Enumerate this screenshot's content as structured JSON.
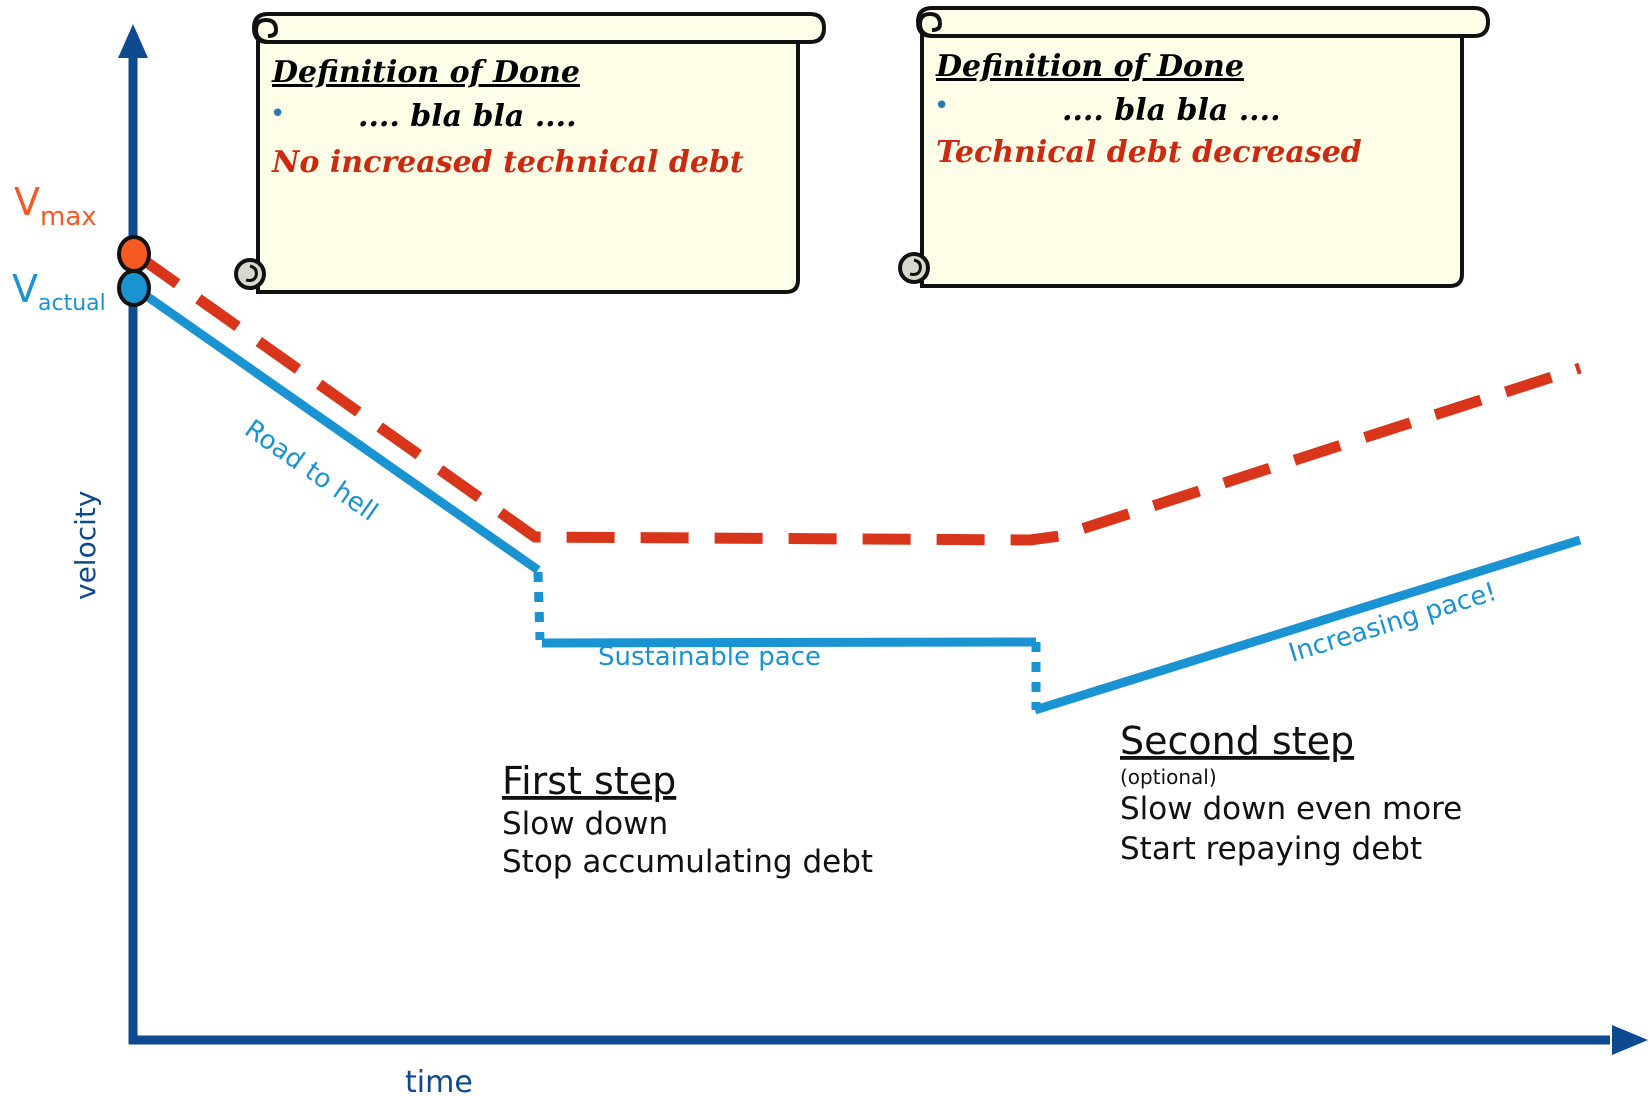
{
  "axes": {
    "y_label": "velocity",
    "x_label": "time"
  },
  "markers": {
    "vmax": {
      "main": "V",
      "sub": "max"
    },
    "vactual": {
      "main": "V",
      "sub": "actual"
    }
  },
  "scrolls": [
    {
      "title": "Definition of Done",
      "bullet": "•",
      "item": ".... bla bla ....",
      "highlight": "No increased technical debt"
    },
    {
      "title": "Definition of Done",
      "bullet": "•",
      "item": ".... bla bla ....",
      "highlight": "Technical debt decreased"
    }
  ],
  "line_labels": {
    "road": "Road to hell",
    "sustainable": "Sustainable pace",
    "increasing": "Increasing pace!"
  },
  "steps": {
    "first": {
      "title": "First step",
      "lines": [
        "Slow down",
        "Stop accumulating debt"
      ]
    },
    "second": {
      "title": "Second step",
      "note": "(optional)",
      "lines": [
        "Slow down even more",
        "Start repaying debt"
      ]
    }
  },
  "colors": {
    "axis": "#0d4a8f",
    "vmax": "#d8351a",
    "vactual": "#1a93d3",
    "scroll_fill": "#fdfde8",
    "scroll_red_text": "#cc2a10"
  }
}
